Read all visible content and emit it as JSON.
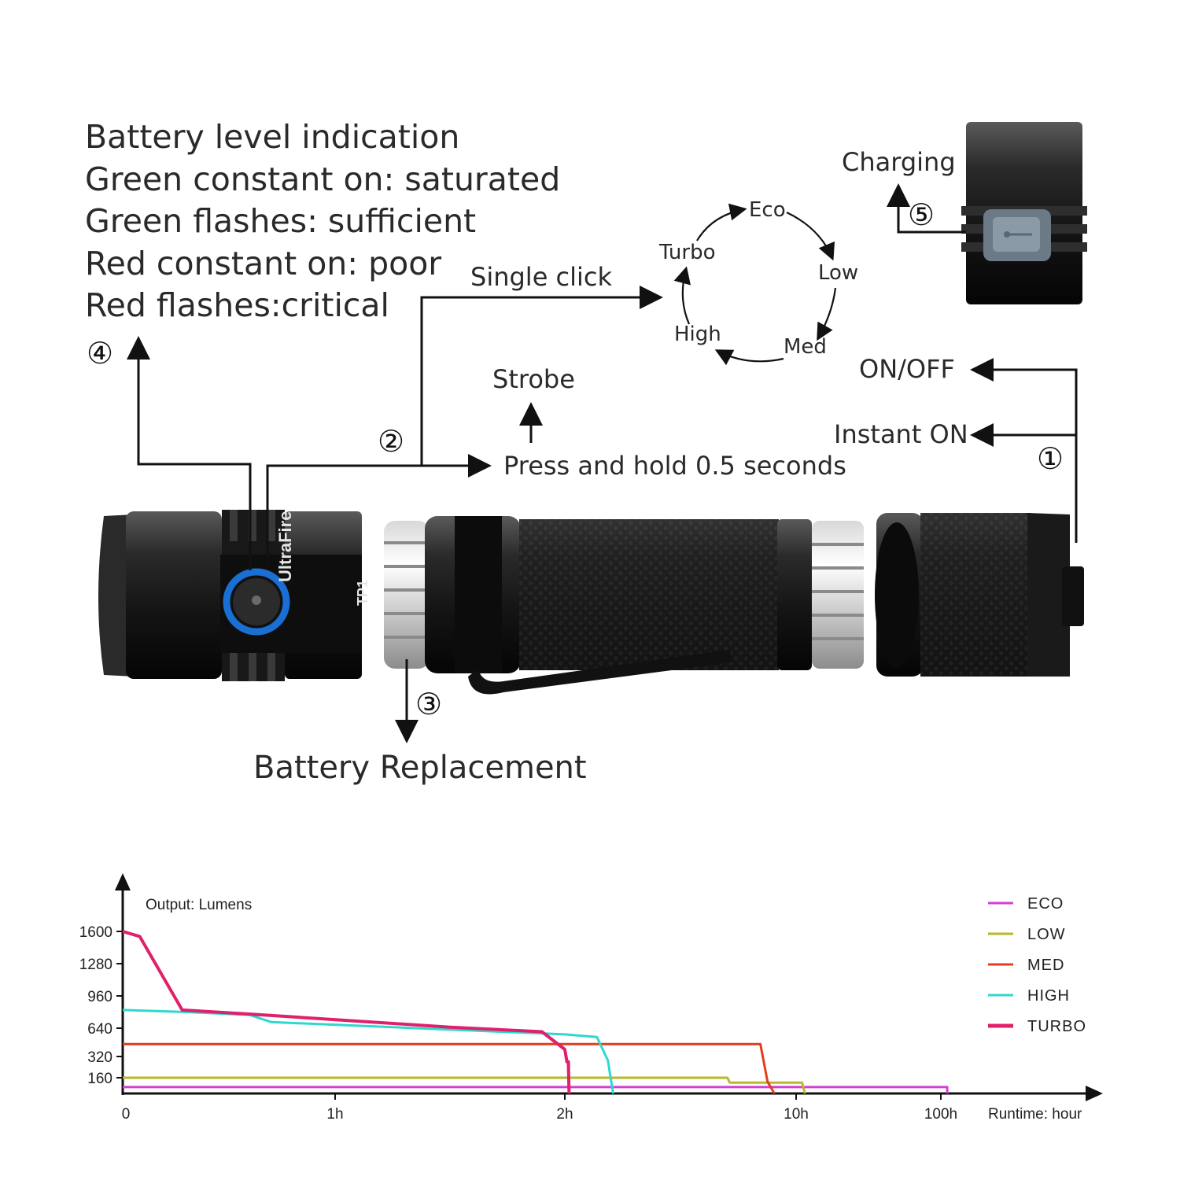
{
  "battery_indication": {
    "lines": [
      "Battery level indication",
      "Green constant on: saturated",
      "Green flashes: sufficient",
      "Red constant on: poor",
      "Red flashes:critical"
    ],
    "marker": "④"
  },
  "single_click": {
    "label": "Single click"
  },
  "mode_cycle": {
    "modes": [
      "Eco",
      "Low",
      "Med",
      "High",
      "Turbo"
    ]
  },
  "strobe": {
    "label": "Strobe"
  },
  "press_hold": {
    "label": "Press and hold 0.5 seconds",
    "marker": "②"
  },
  "on_off": {
    "label": "ON/OFF"
  },
  "instant_on": {
    "label": "Instant ON",
    "marker": "①"
  },
  "charging": {
    "label": "Charging",
    "marker": "⑤"
  },
  "battery_replacement": {
    "label": "Battery Replacement",
    "marker": "③"
  },
  "flashlight": {
    "brand": "UltraFire",
    "model": "TP1",
    "accent": "#1a6fd4"
  },
  "chart_data": {
    "type": "line",
    "ylabel": "Output: Lumens",
    "xlabel": "Runtime: hour",
    "y_ticks": [
      1600,
      1280,
      960,
      640,
      320,
      160
    ],
    "x_ticks": [
      "0",
      "1h",
      "2h",
      "10h",
      "100h"
    ],
    "x_scale": "nonlinear",
    "legend_position": "top-right",
    "series": [
      {
        "name": "ECO",
        "color": "#d23fd4",
        "points": [
          [
            0,
            65
          ],
          [
            1.0,
            65
          ],
          [
            2.0,
            65
          ],
          [
            10.0,
            65
          ],
          [
            100.0,
            65
          ],
          [
            108.0,
            65
          ],
          [
            108.0,
            0
          ]
        ]
      },
      {
        "name": "LOW",
        "color": "#b8b82a",
        "points": [
          [
            0,
            160
          ],
          [
            1.0,
            160
          ],
          [
            2.0,
            160
          ],
          [
            6.2,
            160
          ],
          [
            6.3,
            110
          ],
          [
            11.0,
            110
          ],
          [
            11.5,
            0
          ]
        ]
      },
      {
        "name": "MED",
        "color": "#e33d1d",
        "points": [
          [
            0,
            460
          ],
          [
            1.0,
            460
          ],
          [
            2.0,
            460
          ],
          [
            7.8,
            460
          ],
          [
            8.2,
            120
          ],
          [
            8.6,
            0
          ]
        ]
      },
      {
        "name": "HIGH",
        "color": "#2fd8cf",
        "points": [
          [
            0,
            820
          ],
          [
            0.3,
            800
          ],
          [
            0.6,
            770
          ],
          [
            0.7,
            700
          ],
          [
            2.0,
            570
          ],
          [
            2.5,
            540
          ],
          [
            2.7,
            290
          ],
          [
            2.75,
            160
          ],
          [
            2.8,
            0
          ]
        ]
      },
      {
        "name": "TURBO",
        "color": "#e0206a",
        "points": [
          [
            0,
            1600
          ],
          [
            0.08,
            1550
          ],
          [
            0.28,
            820
          ],
          [
            0.6,
            780
          ],
          [
            1.5,
            650
          ],
          [
            1.9,
            600
          ],
          [
            2.0,
            400
          ],
          [
            2.03,
            280
          ],
          [
            2.05,
            280
          ],
          [
            2.06,
            0
          ]
        ]
      }
    ]
  }
}
